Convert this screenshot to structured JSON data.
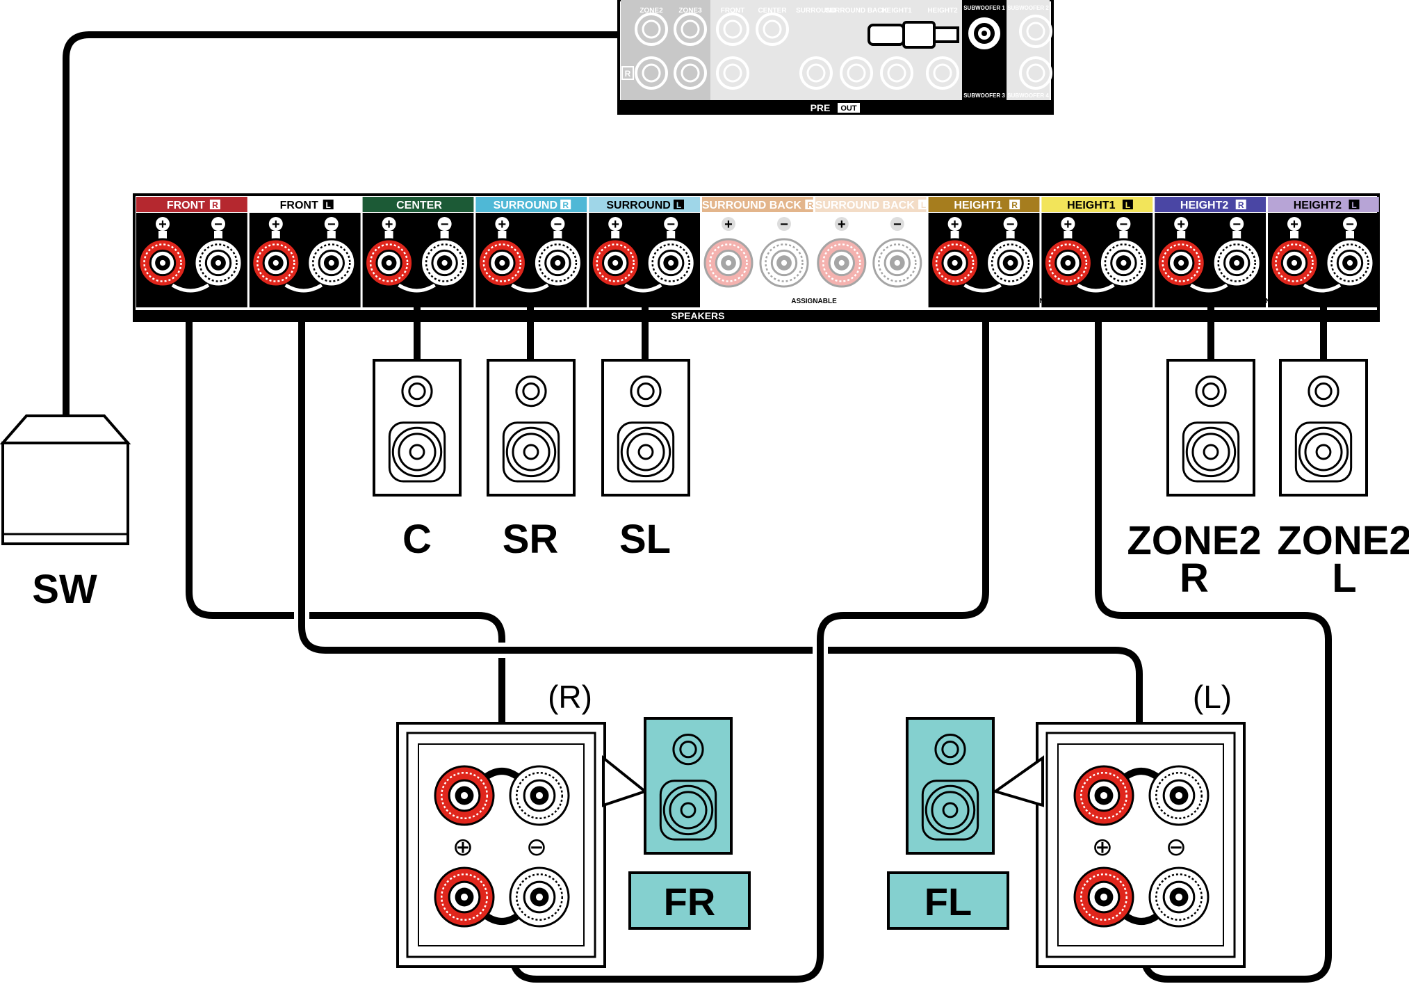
{
  "preout": {
    "top_labels": [
      "ZONE2",
      "ZONE3",
      "FRONT",
      "CENTER",
      "SURROUND",
      "SURROUND BACK",
      "HEIGHT1",
      "HEIGHT2"
    ],
    "sub1_label": "SUBWOOFER 1",
    "sub2_label": "SUBWOOFER 2",
    "sub3_label": "SUBWOOFER 3",
    "sub4_label": "SUBWOOFER 4",
    "r_badge": "R",
    "pre": "PRE",
    "out": "OUT"
  },
  "speakers_panel": {
    "label": "SPEAKERS",
    "assignable": "ASSIGNABLE",
    "plus": "+",
    "minus": "−",
    "channels": [
      {
        "name": "FRONT",
        "side": "R",
        "color": "#b5282f",
        "text_color": "#ffffff"
      },
      {
        "name": "FRONT",
        "side": "L",
        "color": "#ffffff",
        "text_color": "#000000"
      },
      {
        "name": "CENTER",
        "side": "",
        "color": "#1c5a36",
        "text_color": "#ffffff"
      },
      {
        "name": "SURROUND",
        "side": "R",
        "color": "#4fb8d6",
        "text_color": "#ffffff"
      },
      {
        "name": "SURROUND",
        "side": "L",
        "color": "#9fd6e8",
        "text_color": "#000000"
      },
      {
        "name": "SURROUND BACK",
        "side": "R",
        "color": "#e3b58b",
        "text_color": "#ffffff"
      },
      {
        "name": "SURROUND BACK",
        "side": "L",
        "color": "#f3dcc6",
        "text_color": "#ffffff"
      },
      {
        "name": "HEIGHT1",
        "side": "R",
        "color": "#a67d1e",
        "text_color": "#ffffff"
      },
      {
        "name": "HEIGHT1",
        "side": "L",
        "color": "#f2e45a",
        "text_color": "#000000"
      },
      {
        "name": "HEIGHT2",
        "side": "R",
        "color": "#4a46a4",
        "text_color": "#ffffff"
      },
      {
        "name": "HEIGHT2",
        "side": "L",
        "color": "#b7a4d6",
        "text_color": "#000000"
      }
    ]
  },
  "labels": {
    "sw": "SW",
    "c": "C",
    "sr": "SR",
    "sl": "SL",
    "zone2r_line1": "ZONE2",
    "zone2r_line2": "R",
    "zone2l_line1": "ZONE2",
    "zone2l_line2": "L",
    "fr": "FR",
    "fl": "FL",
    "right_tag": "(R)",
    "left_tag": "(L)",
    "plus_sym": "⊕",
    "minus_sym": "⊖"
  },
  "colors": {
    "terminal_red": "#e0261c",
    "speaker_teal": "#84d0cf",
    "cable": "#000000"
  }
}
